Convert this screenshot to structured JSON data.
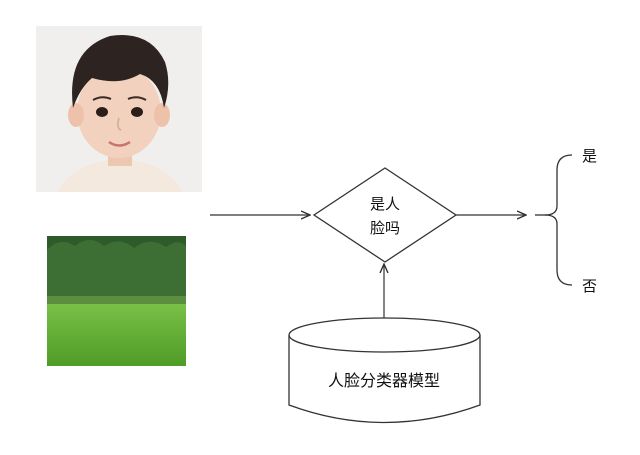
{
  "decision": {
    "line1": "是人",
    "line2": "脸吗"
  },
  "model": {
    "label": "人脸分类器模型"
  },
  "outputs": {
    "yes": "是",
    "no": "否"
  },
  "images": [
    {
      "name": "child-portrait-photo"
    },
    {
      "name": "grass-field-photo"
    }
  ],
  "colors": {
    "stroke": "#333333",
    "text": "#111111",
    "photo_bg": "#f1efee",
    "skin": "#f2d2bf",
    "hair": "#2d2421",
    "grass": "#5fae33",
    "trees": "#2f5a2a"
  }
}
